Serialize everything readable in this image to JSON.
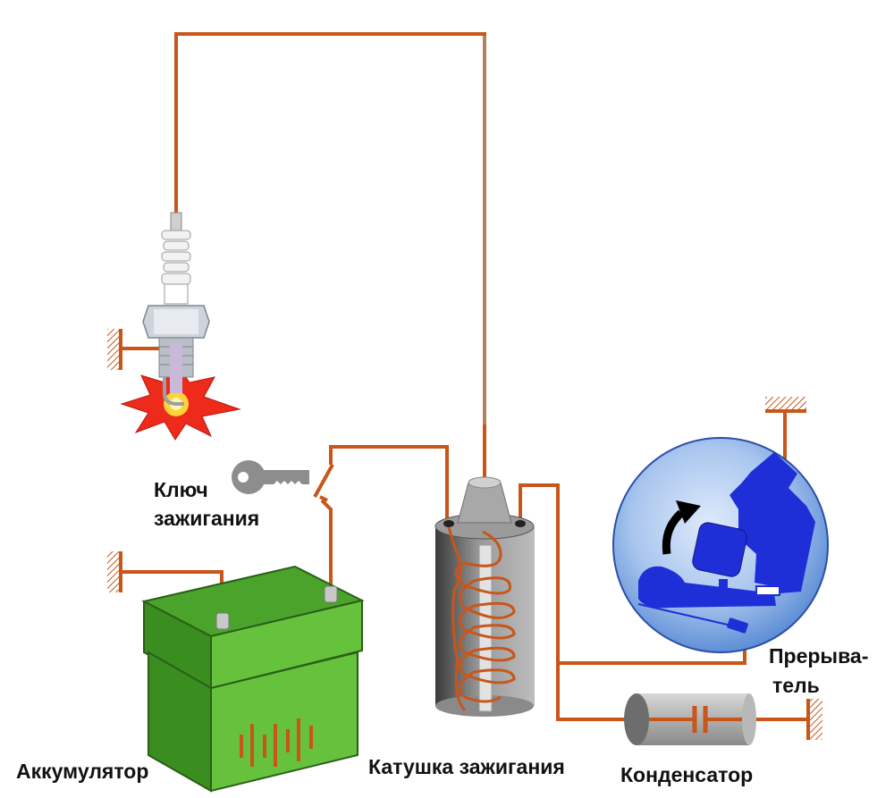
{
  "labels": {
    "key": [
      "Ключ",
      "зажигания"
    ],
    "battery": "Аккумулятор",
    "coil": "Катушка зажигания",
    "condenser": "Конденсатор",
    "breaker": [
      "Прерыва-",
      "тель"
    ]
  },
  "colors": {
    "wire": "#c8561a",
    "battery_green": "#4aa32a",
    "breaker_blue": "#1f2fd8",
    "disc_blue": "#a9c6ee",
    "coil_gray": "#7a7a7a",
    "spark_red": "#ee2a1a"
  },
  "icons": [
    "spark-plug-icon",
    "key-icon",
    "ground-symbol-icon",
    "capacitor-icon",
    "rotation-arrow-icon"
  ]
}
